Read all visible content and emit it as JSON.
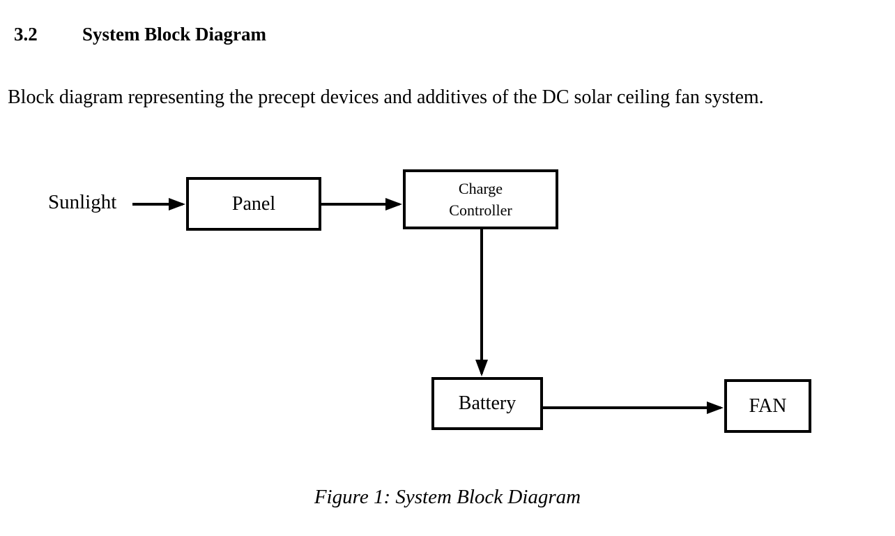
{
  "page": {
    "heading": {
      "number": "3.2",
      "title": "System Block Diagram"
    },
    "paragraph": "Block diagram representing the precept devices and additives of the DC solar ceiling fan system.",
    "caption": "Figure 1: System Block Diagram"
  },
  "diagram": {
    "source_label": "Sunlight",
    "nodes": {
      "panel": {
        "label": "Panel"
      },
      "charge_controller": {
        "line1": "Charge",
        "line2": "Controller"
      },
      "battery": {
        "label": "Battery"
      },
      "fan": {
        "label": "FAN"
      }
    },
    "edges": [
      {
        "from": "Sunlight",
        "to": "Panel"
      },
      {
        "from": "Panel",
        "to": "Charge Controller"
      },
      {
        "from": "Charge Controller",
        "to": "Battery"
      },
      {
        "from": "Battery",
        "to": "FAN"
      }
    ],
    "colors": {
      "line": "#000000",
      "box_border": "#000000",
      "box_fill": "#ffffff",
      "text": "#000000",
      "background": "#ffffff"
    }
  }
}
